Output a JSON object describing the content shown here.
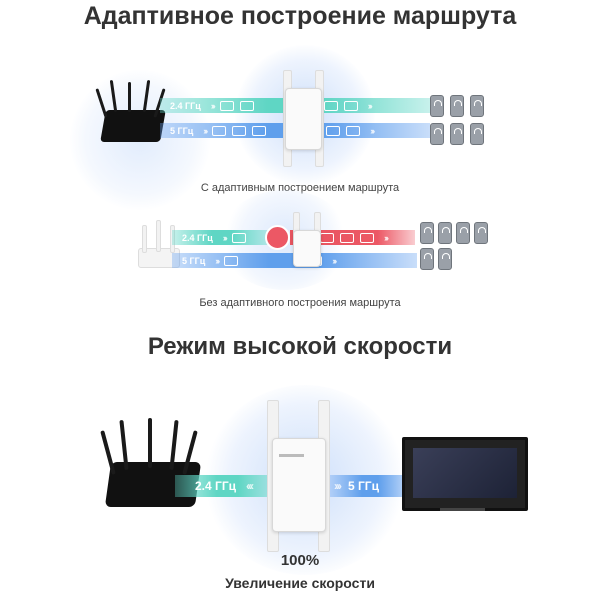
{
  "section1": {
    "title": "Адаптивное построение маршрута",
    "caption_with": "С адаптивным построением маршрута",
    "caption_without": "Без адаптивного построения маршрута",
    "band_24": "2.4 ГГц",
    "band_5": "5 ГГц"
  },
  "section2": {
    "title": "Режим высокой скорости",
    "band_24": "2.4 ГГц",
    "band_5": "5 ГГц",
    "percent": "100%",
    "speed_label": "Увеличение скорости"
  },
  "colors": {
    "band_24": "#5fd6c4",
    "band_5": "#5f9fec",
    "congested": "#ec5865"
  }
}
